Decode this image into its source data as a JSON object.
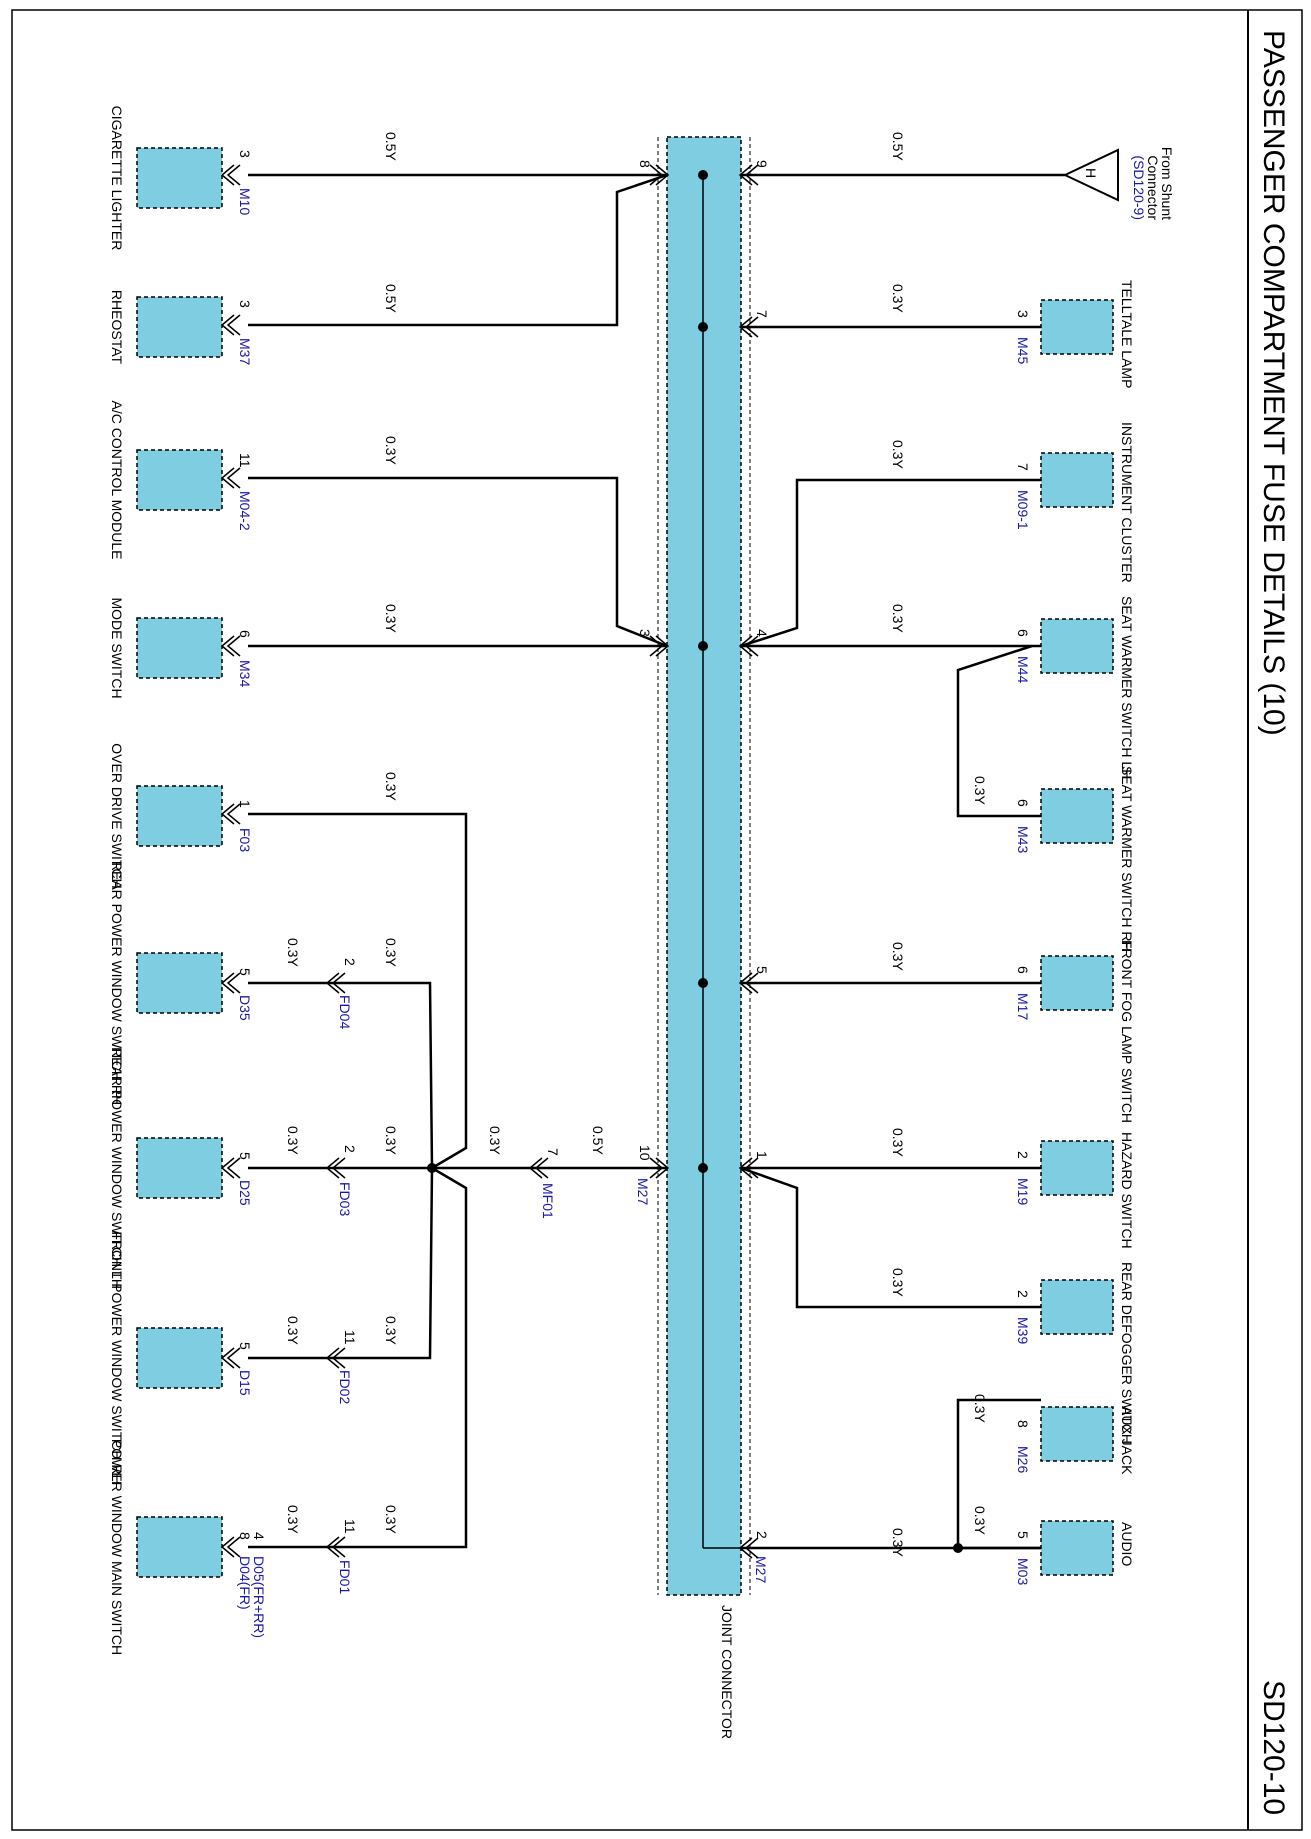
{
  "title": "PASSENGER COMPARTMENT FUSE DETAILS (10)",
  "page_id": "SD120-10",
  "joint_connector": {
    "label": "JOINT CONNECTOR",
    "connector_right": "M27",
    "connector_left": "M27"
  },
  "source": {
    "line1": "From Shunt",
    "line2": "Connector",
    "ref": "(SD120-9)",
    "symbol": "H",
    "pin": "9",
    "wire": "0.5Y"
  },
  "right_components": [
    {
      "name": "TELLTALE LAMP",
      "conn": "M45",
      "comp_pin": "3",
      "jc_pin": "7",
      "wire": "0.3Y"
    },
    {
      "name": "INSTRUMENT CLUSTER",
      "conn": "M09-1",
      "comp_pin": "7",
      "jc_pin": "",
      "wire": "0.3Y"
    },
    {
      "name": "SEAT WARMER SWITCH LH",
      "conn": "M44",
      "comp_pin": "6",
      "jc_pin": "4",
      "wire": "0.3Y"
    },
    {
      "name": "SEAT WARMER SWITCH RH",
      "conn": "M43",
      "comp_pin": "6",
      "jc_pin": "",
      "wire": "0.3Y"
    },
    {
      "name": "FRONT FOG LAMP SWITCH",
      "conn": "M17",
      "comp_pin": "6",
      "jc_pin": "5",
      "wire": "0.3Y"
    },
    {
      "name": "HAZARD SWITCH",
      "conn": "M19",
      "comp_pin": "2",
      "jc_pin": "1",
      "wire": "0.3Y"
    },
    {
      "name": "REAR DEFOGGER SWITCH",
      "conn": "M39",
      "comp_pin": "2",
      "jc_pin": "",
      "wire": "0.3Y"
    },
    {
      "name": "AUX JACK",
      "conn": "M26",
      "comp_pin": "8",
      "jc_pin": "",
      "wire": "0.3Y"
    },
    {
      "name": "AUDIO",
      "conn": "M03",
      "comp_pin": "5",
      "jc_pin": "2",
      "wire": "0.3Y"
    }
  ],
  "left_components": [
    {
      "name": "CIGARETTE LIGHTER",
      "conn": "M10",
      "comp_pin": "3",
      "jc_pin": "8",
      "wire": "0.5Y"
    },
    {
      "name": "RHEOSTAT",
      "conn": "M37",
      "comp_pin": "3",
      "jc_pin": "",
      "wire": "0.5Y"
    },
    {
      "name": "A/C CONTROL MODULE",
      "conn": "M04-2",
      "comp_pin": "11",
      "jc_pin": "",
      "wire": "0.3Y"
    },
    {
      "name": "MODE SWITCH",
      "conn": "M34",
      "comp_pin": "6",
      "jc_pin": "3",
      "wire": "0.3Y"
    },
    {
      "name": "OVER DRIVE SWITCH",
      "conn": "F03",
      "comp_pin": "1",
      "wire": "0.3Y"
    },
    {
      "name": "REAR POWER WINDOW SWITCH RH",
      "conn": "D35",
      "comp_pin": "5",
      "wire_a": "0.3Y",
      "mid_pin": "2",
      "mid_conn": "FD04",
      "wire_b": "0.3Y"
    },
    {
      "name": "REAR POWER WINDOW SWITCH LH",
      "conn": "D25",
      "comp_pin": "5",
      "wire_a": "0.3Y",
      "mid_pin": "2",
      "mid_conn": "FD03",
      "wire_b": "0.3Y"
    },
    {
      "name": "FRONT POWER WINDOW SWITCH RH",
      "conn": "D15",
      "comp_pin": "5",
      "wire_a": "0.3Y",
      "mid_pin": "11",
      "mid_conn": "FD02",
      "wire_b": "0.3Y"
    },
    {
      "name": "POWER WINDOW MAIN SWITCH",
      "conn": "D04(FR)",
      "conn2": "D05(FR+RR)",
      "comp_pin": "8",
      "comp_pin2": "4",
      "wire_a": "0.3Y",
      "mid_pin": "11",
      "mid_conn": "FD01",
      "wire_b": "0.3Y"
    }
  ],
  "mf01": {
    "pin": "7",
    "conn": "MF01",
    "wire_left": "0.3Y",
    "wire_right": "0.5Y",
    "jc_pin": "10"
  },
  "colors": {
    "component_fill": "#7fcde0",
    "wire": "#000000",
    "connector_text": "#1a1aa0"
  }
}
